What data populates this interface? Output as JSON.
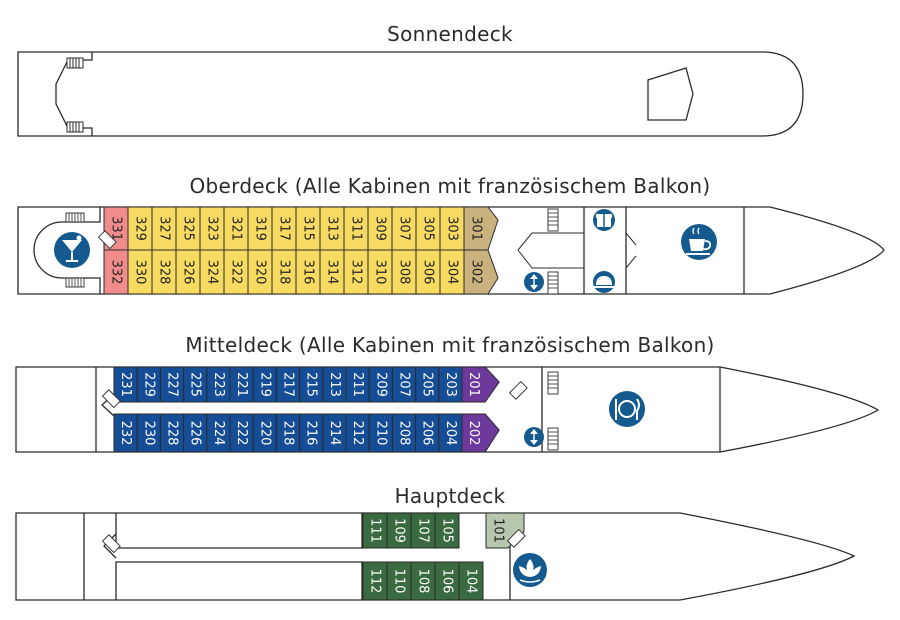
{
  "decks": {
    "sonnendeck": {
      "title": "Sonnendeck"
    },
    "oberdeck": {
      "title": "Oberdeck (Alle Kabinen mit französischem Balkon)",
      "cabins_top": [
        "331",
        "329",
        "327",
        "325",
        "323",
        "321",
        "319",
        "317",
        "315",
        "313",
        "311",
        "309",
        "307",
        "305",
        "303",
        "301"
      ],
      "cabins_bottom": [
        "332",
        "330",
        "328",
        "326",
        "324",
        "322",
        "320",
        "318",
        "316",
        "314",
        "312",
        "310",
        "308",
        "306",
        "304",
        "302"
      ],
      "icons": [
        "cocktail-bar-icon",
        "boutique-gift-icon",
        "reception-bell-icon",
        "cafe-cup-icon",
        "elevator-icon"
      ]
    },
    "mitteldeck": {
      "title": "Mitteldeck (Alle Kabinen mit französischem Balkon)",
      "cabins_top": [
        "231",
        "229",
        "227",
        "225",
        "223",
        "221",
        "219",
        "217",
        "215",
        "213",
        "211",
        "209",
        "207",
        "205",
        "203",
        "201"
      ],
      "cabins_bottom": [
        "232",
        "230",
        "228",
        "226",
        "224",
        "222",
        "220",
        "218",
        "216",
        "214",
        "212",
        "210",
        "208",
        "206",
        "204",
        "202"
      ],
      "icons": [
        "restaurant-icon",
        "elevator-icon"
      ]
    },
    "hauptdeck": {
      "title": "Hauptdeck",
      "cabins_top": [
        "111",
        "109",
        "107",
        "105",
        "101"
      ],
      "cabins_bottom": [
        "112",
        "110",
        "108",
        "106",
        "104"
      ],
      "icons": [
        "spa-lotus-icon"
      ]
    }
  },
  "colors": {
    "pink": "#f08c8c",
    "yellow": "#f7da62",
    "tan": "#c9b27e",
    "blue": "#154d96",
    "purple": "#6d3a9c",
    "green": "#3a6a3f",
    "sage": "#b7c7ad",
    "icon": "#145a8e",
    "outline": "#2b2b2b"
  }
}
